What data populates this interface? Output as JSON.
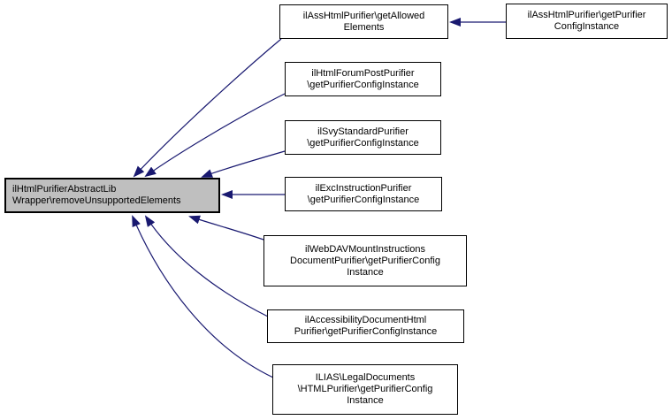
{
  "diagram": {
    "type": "caller-graph",
    "colors": {
      "background": "#ffffff",
      "edge": "#191970",
      "node_fill": "#ffffff",
      "node_border": "#000000",
      "highlight_fill": "#bfbfbf",
      "text": "#000000"
    },
    "nodes": [
      {
        "id": "removeUnsupportedElements",
        "label": "ilHtmlPurifierAbstractLib\nWrapper\\removeUnsupportedElements",
        "highlighted": true
      },
      {
        "id": "getAllowedElements",
        "label": "ilAssHtmlPurifier\\getAllowed\nElements",
        "highlighted": false
      },
      {
        "id": "forumPostPurifier",
        "label": "ilHtmlForumPostPurifier\n\\getPurifierConfigInstance",
        "highlighted": false
      },
      {
        "id": "svyStandardPurifier",
        "label": "ilSvyStandardPurifier\n\\getPurifierConfigInstance",
        "highlighted": false
      },
      {
        "id": "excInstructionPurifier",
        "label": "ilExcInstructionPurifier\n\\getPurifierConfigInstance",
        "highlighted": false
      },
      {
        "id": "webDavMountInstructionsPurifier",
        "label": "ilWebDAVMountInstructions\nDocumentPurifier\\getPurifierConfig\nInstance",
        "highlighted": false
      },
      {
        "id": "accessibilityDocumentPurifier",
        "label": "ilAccessibilityDocumentHtml\nPurifier\\getPurifierConfigInstance",
        "highlighted": false
      },
      {
        "id": "legalDocumentsPurifier",
        "label": "ILIAS\\LegalDocuments\n\\HTMLPurifier\\getPurifierConfig\nInstance",
        "highlighted": false
      },
      {
        "id": "assHtmlPurifierConfig",
        "label": "ilAssHtmlPurifier\\getPurifier\nConfigInstance",
        "highlighted": false
      }
    ],
    "edges": [
      {
        "from": "getAllowedElements",
        "to": "removeUnsupportedElements"
      },
      {
        "from": "forumPostPurifier",
        "to": "removeUnsupportedElements"
      },
      {
        "from": "svyStandardPurifier",
        "to": "removeUnsupportedElements"
      },
      {
        "from": "excInstructionPurifier",
        "to": "removeUnsupportedElements"
      },
      {
        "from": "webDavMountInstructionsPurifier",
        "to": "removeUnsupportedElements"
      },
      {
        "from": "accessibilityDocumentPurifier",
        "to": "removeUnsupportedElements"
      },
      {
        "from": "legalDocumentsPurifier",
        "to": "removeUnsupportedElements"
      },
      {
        "from": "assHtmlPurifierConfig",
        "to": "getAllowedElements"
      }
    ]
  }
}
